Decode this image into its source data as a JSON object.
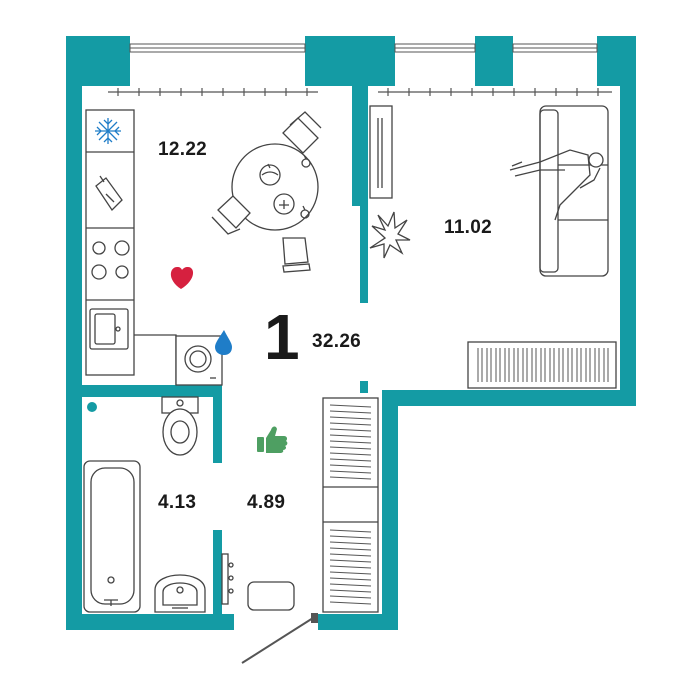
{
  "plan": {
    "rooms_count": "1",
    "total_area": "32.26",
    "kitchen_area": "12.22",
    "living_area": "11.02",
    "bathroom_area": "4.13",
    "hallway_area": "4.89"
  },
  "colors": {
    "wall": "#149ba4",
    "accent_heart": "#d6203f",
    "accent_drop": "#1f7dc8",
    "accent_thumb": "#4e9f62",
    "furniture_line": "#444444"
  },
  "icons": [
    "snowflake-icon",
    "heart-icon",
    "water-drop-icon",
    "thumbs-up-icon",
    "plant-icon"
  ]
}
